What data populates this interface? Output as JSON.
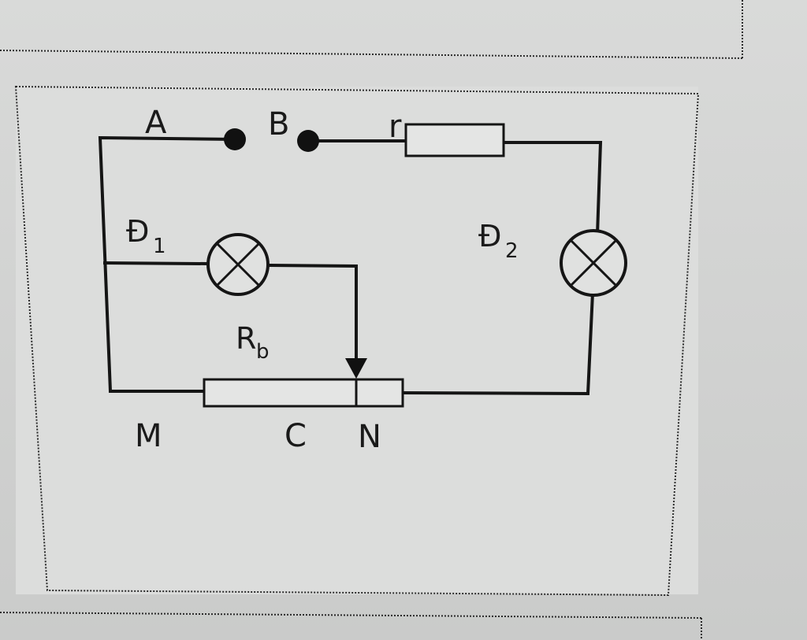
{
  "labels": {
    "A": "A",
    "B": "B",
    "r": "r",
    "D1": "Đ",
    "D1_sub": "1",
    "D2": "Đ",
    "D2_sub": "2",
    "Rb": "R",
    "Rb_sub": "b",
    "M": "M",
    "C": "C",
    "N": "N"
  },
  "colors": {
    "wire": "#151515",
    "background": "#d6d7d6",
    "component_fill": "#e4e5e4"
  }
}
